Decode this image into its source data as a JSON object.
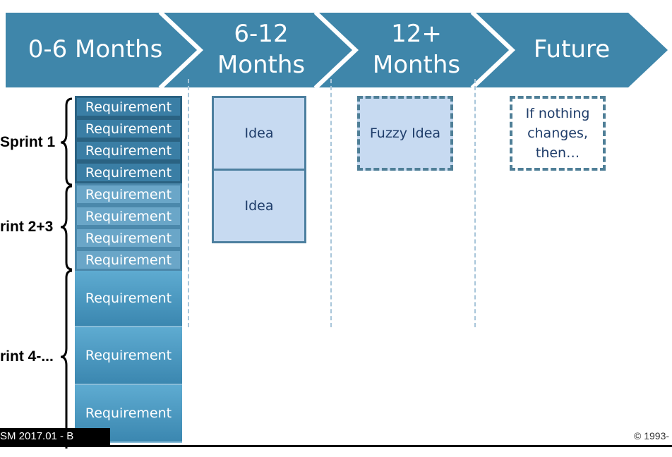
{
  "phases": [
    "0-6 Months",
    "6-12\nMonths",
    "12+\nMonths",
    "Future"
  ],
  "colors": {
    "banner": "#3f86aa",
    "banner_divider": "#ffffff",
    "idea_fill": "#c7daf1",
    "text_dark": "#1f3d6a"
  },
  "requirements": {
    "sprint1": [
      "Requirement",
      "Requirement",
      "Requirement",
      "Requirement"
    ],
    "sprint23": [
      "Requirement",
      "Requirement",
      "Requirement",
      "Requirement"
    ],
    "sprint4": [
      "Requirement",
      "Requirement",
      "Requirement"
    ]
  },
  "ideas": [
    "Idea",
    "Idea"
  ],
  "fuzzy_idea": "Fuzzy Idea",
  "future_note": "If nothing\nchanges,\nthen…",
  "sprints": [
    "Sprint 1",
    "rint 2+3",
    "rint 4-..."
  ],
  "footer": {
    "left": "SM 2017.01 - B",
    "right": "© 1993-"
  }
}
